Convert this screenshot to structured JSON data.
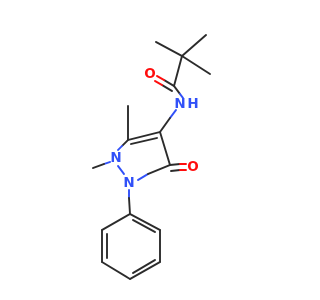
{
  "structure": {
    "atoms": {
      "amide_oxygen": {
        "text": "O",
        "color": "#ff0d0d"
      },
      "amide_nitrogen": {
        "text": "N",
        "hydrogen": "H",
        "color": "#3050f8"
      },
      "ring_nitrogen_methyl": {
        "text": "N",
        "color": "#3050f8"
      },
      "ring_nitrogen_phenyl": {
        "text": "N",
        "color": "#3050f8"
      },
      "ring_carbonyl_oxygen": {
        "text": "O",
        "color": "#ff0d0d"
      }
    },
    "bond_color": "#2b2b2b"
  }
}
